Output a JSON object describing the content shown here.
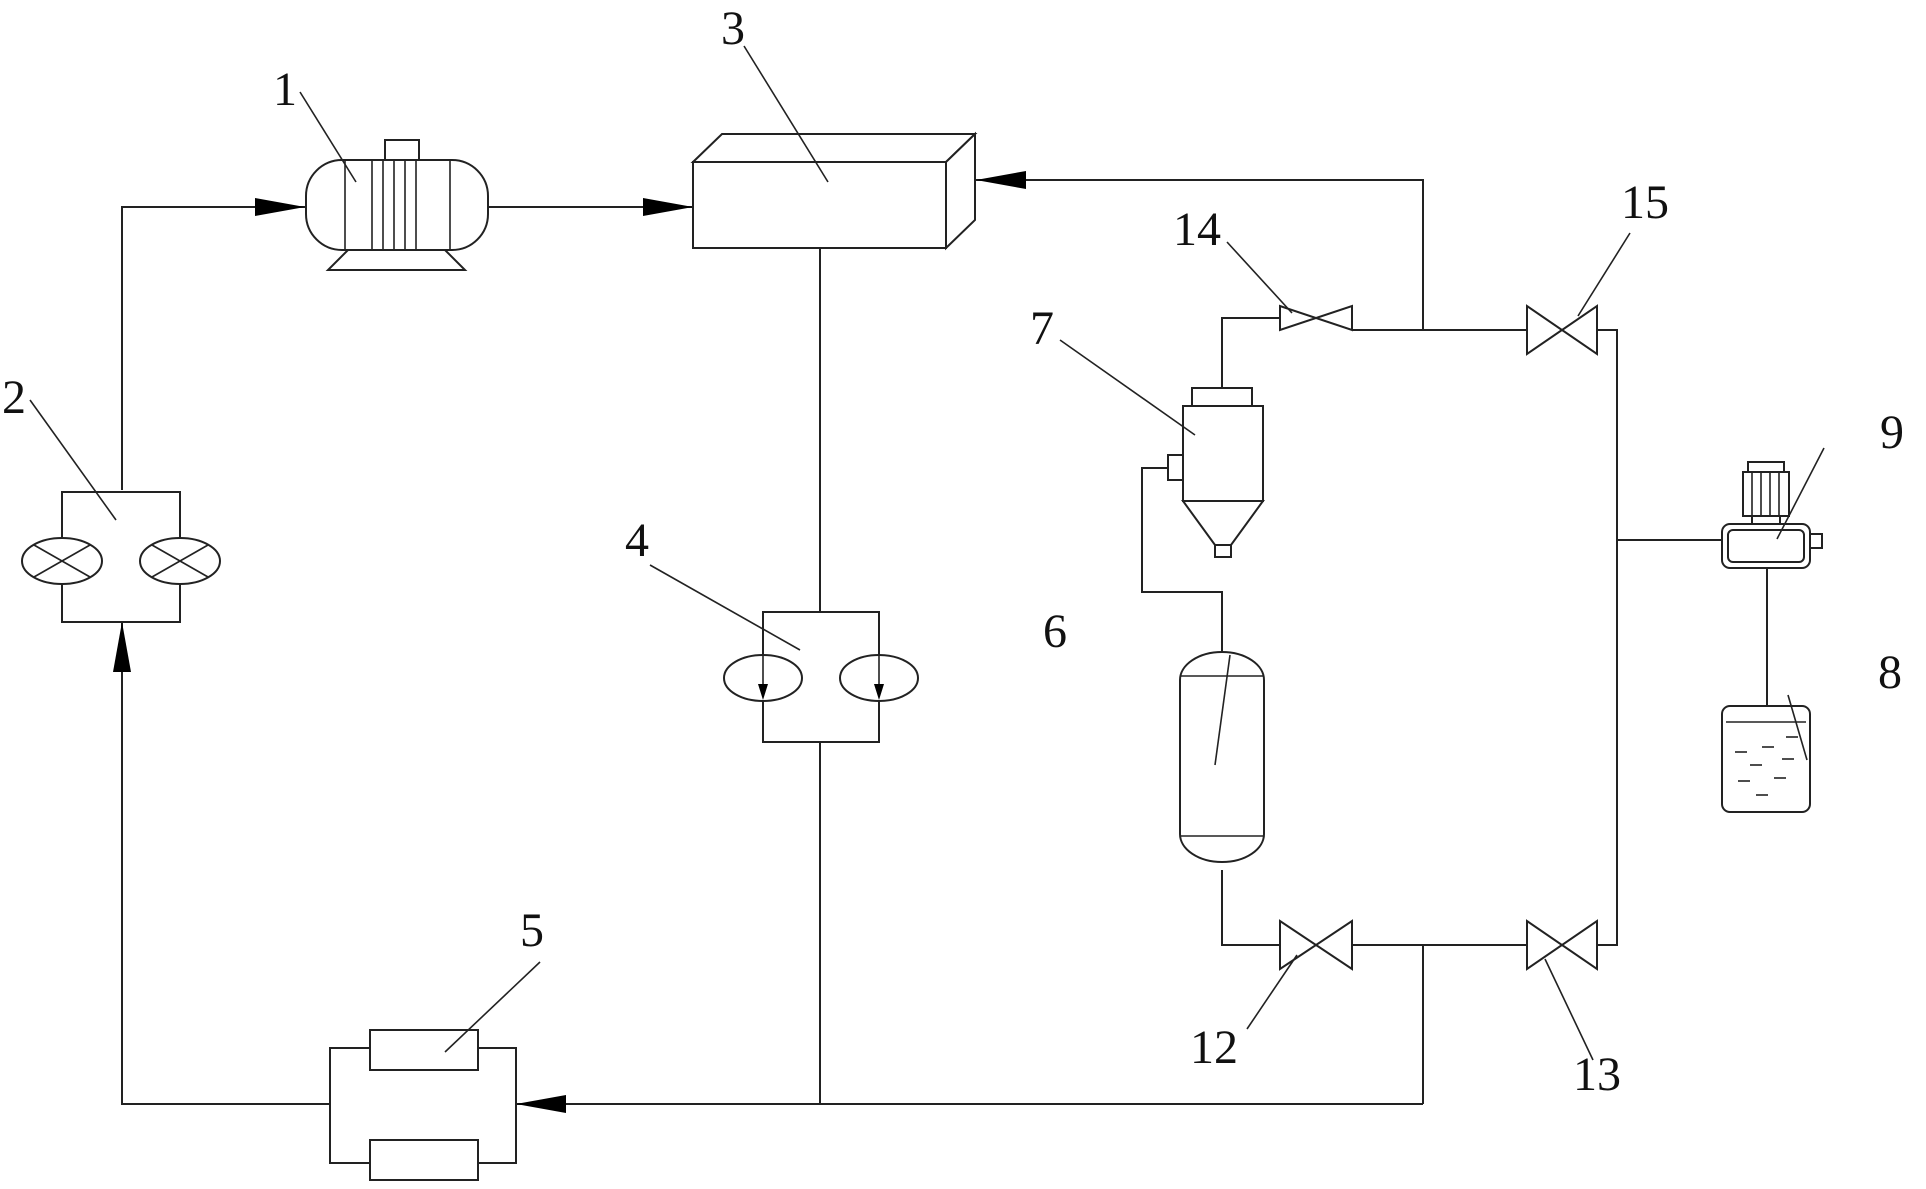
{
  "labels": {
    "l1": "1",
    "l2": "2",
    "l3": "3",
    "l4": "4",
    "l5": "5",
    "l6": "6",
    "l7": "7",
    "l8": "8",
    "l9": "9",
    "l12": "12",
    "l13": "13",
    "l14": "14",
    "l15": "15"
  }
}
